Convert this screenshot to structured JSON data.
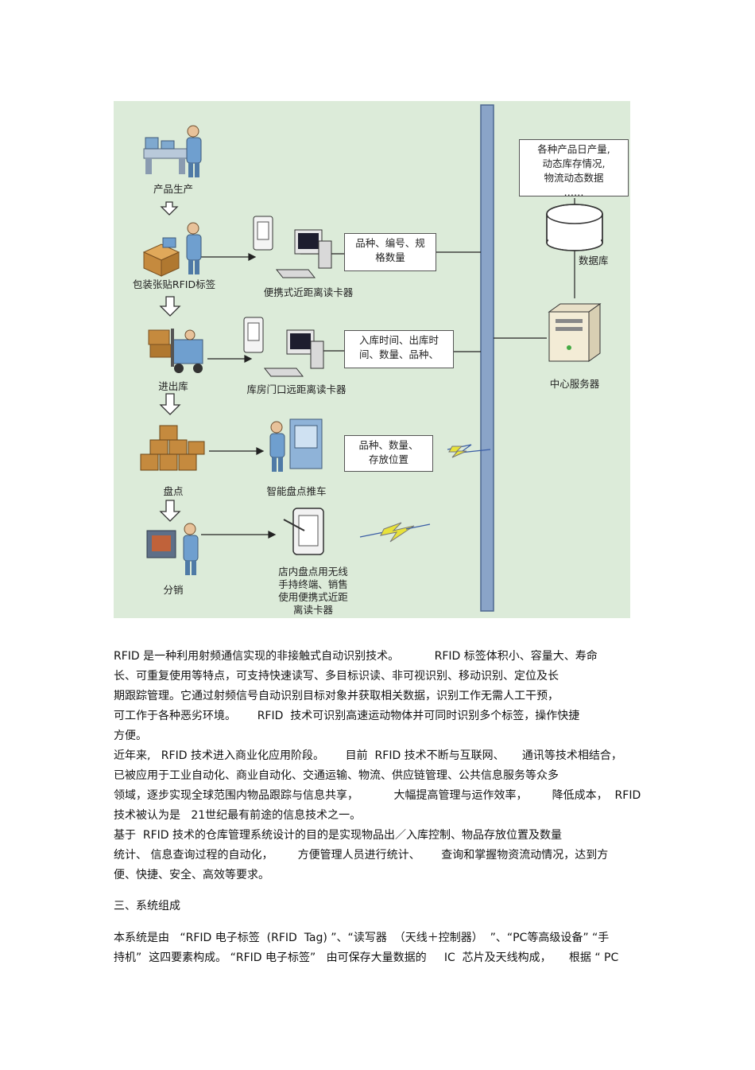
{
  "figure": {
    "labels": {
      "production": "产品生产",
      "packaging": "包装张贴RFID标签",
      "inout": "进出库",
      "inventory": "盘点",
      "distribution": "分销",
      "portable_reader": "便携式近距离读卡器",
      "gate_reader": "库房门口远距离读卡器",
      "smart_cart": "智能盘点推车",
      "handheld": [
        "店内盘点用无线",
        "手持终端、销售",
        "使用便携式近距",
        "离读卡器"
      ],
      "database": "数据库",
      "server": "中心服务器"
    },
    "boxes": {
      "top": [
        "各种产品日产量,",
        "动态库存情况,",
        "物流动态数据",
        "……"
      ],
      "info1": [
        "品种、编号、规",
        "格数量"
      ],
      "info2": [
        "入库时间、出库时",
        "间、数量、品种、"
      ],
      "info3": [
        "品种、数量、",
        "存放位置"
      ]
    },
    "colors": {
      "background": "#dcebd9",
      "bus": "#8aa4c8",
      "person": "#6f9fcf",
      "box_brown": "#c58a3e",
      "lightning": "#e8e23a"
    }
  },
  "paragraphs": [
    "RFID 是一种利用射频通信实现的非接触式自动识别技术。          RFID 标签体积小、容量大、寿命",
    "长、可重复使用等特点，可支持快速读写、多目标识读、非可视识别、移动识别、定位及长",
    "期跟踪管理。它通过射频信号自动识别目标对象并获取相关数据，识别工作无需人工干预，",
    "可工作于各种恶劣环境。      RFID  技术可识别高速运动物体并可同时识别多个标签，操作快捷",
    "方便。",
    "近年来,   RFID 技术进入商业化应用阶段。      目前  RFID 技术不断与互联网、     通讯等技术相结合，",
    "已被应用于工业自动化、商业自动化、交通运输、物流、供应链管理、公共信息服务等众多",
    "领域，逐步实现全球范围内物品跟踪与信息共享，          大幅提高管理与运作效率，       降低成本，  RFID",
    "技术被认为是   21世纪最有前途的信息技术之一。",
    "基于  RFID 技术的仓库管理系统设计的目的是实现物品出／入库控制、物品存放位置及数量",
    "统计、 信息查询过程的自动化，       方便管理人员进行统计、      查询和掌握物资流动情况，达到方",
    "便、快捷、安全、高效等要求。",
    "三、系统组成",
    "本系统是由   “RFID 电子标签  (RFID  Tag) ”、“读写器  （天线＋控制器）  ”、“PC等高级设备” “手",
    "持机”  这四要素构成。 “RFID 电子标签”   由可保存大量数据的     IC  芯片及天线构成，     根据 “ PC"
  ]
}
